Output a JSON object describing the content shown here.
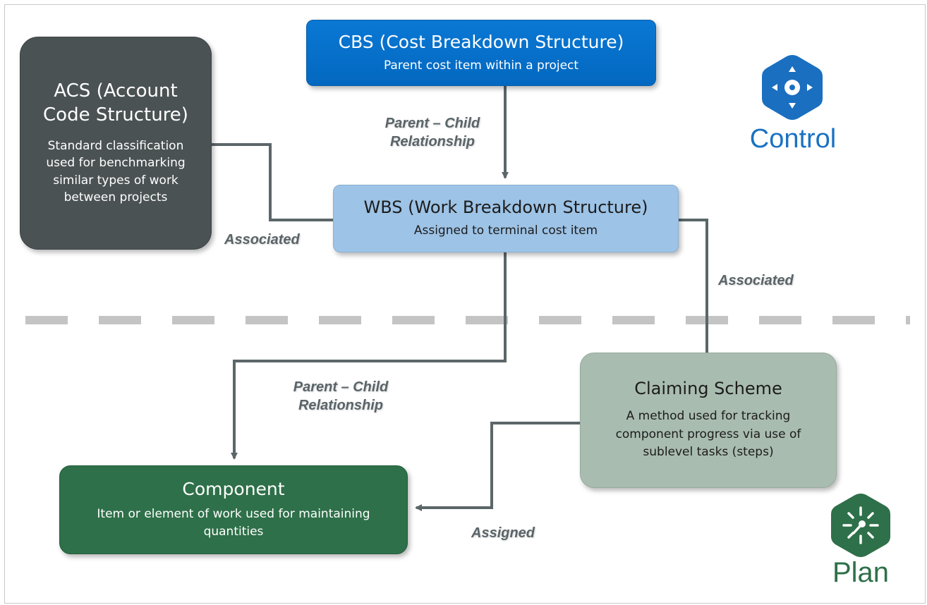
{
  "nodes": {
    "cbs": {
      "title": "CBS (Cost Breakdown Structure)",
      "desc": "Parent cost item within a project"
    },
    "acs": {
      "title": "ACS (Account Code Structure)",
      "desc": "Standard classification used for benchmarking similar types of work between projects"
    },
    "wbs": {
      "title": "WBS (Work Breakdown Structure)",
      "desc": "Assigned to terminal cost item"
    },
    "claiming": {
      "title": "Claiming Scheme",
      "desc": "A method used for tracking component progress via use of sublevel tasks (steps)"
    },
    "component": {
      "title": "Component",
      "desc": "Item or element of work used for maintaining quantities"
    }
  },
  "edges": {
    "cbs_wbs": "Parent – Child Relationship",
    "acs_wbs": "Associated",
    "wbs_claiming": "Associated",
    "wbs_component": "Parent – Child Relationship",
    "claiming_component": "Assigned"
  },
  "zones": {
    "control": {
      "label": "Control",
      "icon": "control-compass-icon",
      "color": "#1a72c2"
    },
    "plan": {
      "label": "Plan",
      "icon": "plan-burst-icon",
      "color": "#2e7049"
    }
  },
  "colors": {
    "connector": "#5b6669",
    "divider": "#c4c4c4"
  }
}
